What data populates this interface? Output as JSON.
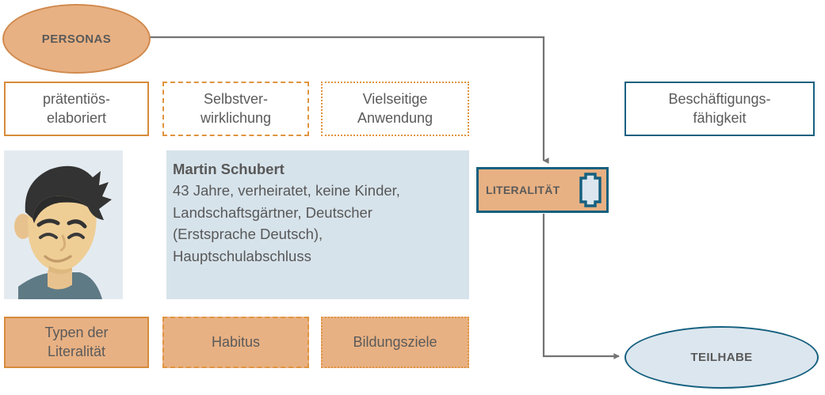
{
  "diagram": {
    "title_node": {
      "label": "PERSONAS",
      "shape": "ellipse",
      "fill": "#E8B183",
      "stroke": "#D08A4E"
    },
    "outcome_node": {
      "label": "TEILHABE",
      "shape": "ellipse",
      "fill": "#DCE6EE",
      "stroke": "#15607F"
    },
    "central_node": {
      "label": "LITERALITÄT",
      "icon": "book-icon",
      "fill": "#E8B183",
      "stroke": "#15607F"
    },
    "employability": {
      "label": "Beschäftigungs-\nfähigkeit",
      "line1": "Beschäftigungs-",
      "line2": "fähigkeit",
      "stroke": "#15607F"
    },
    "attribute_boxes": [
      {
        "line1": "prätentiös-",
        "line2": "elaboriert",
        "border_style": "solid",
        "border_color": "#D68B3C"
      },
      {
        "line1": "Selbstver-",
        "line2": "wirklichung",
        "border_style": "dashed",
        "border_color": "#E0943F"
      },
      {
        "line1": "Vielseitige",
        "line2": "Anwendung",
        "border_style": "dotted",
        "border_color": "#E0943F"
      }
    ],
    "concept_boxes": [
      {
        "line1": "Typen der",
        "line2": "Literalität",
        "border_style": "solid",
        "border_color": "#D68B3C"
      },
      {
        "line1": "Habitus",
        "line2": "",
        "border_style": "dashed",
        "border_color": "#E0943F"
      },
      {
        "line1": "Bildungsziele",
        "line2": "",
        "border_style": "dotted",
        "border_color": "#E0943F"
      }
    ],
    "persona": {
      "name": "Martin Schubert",
      "details": "43 Jahre, verheiratet, keine Kinder, Landschaftsgärtner, Deutscher (Erstsprache Deutsch), Hauptschulabschluss",
      "avatar_alt": "male-avatar-illustration"
    },
    "connectors": [
      {
        "from": "PERSONAS",
        "to": "LITERALITÄT",
        "color": "#737373"
      },
      {
        "from": "LITERALITÄT",
        "to": "TEILHABE",
        "color": "#737373"
      }
    ]
  }
}
